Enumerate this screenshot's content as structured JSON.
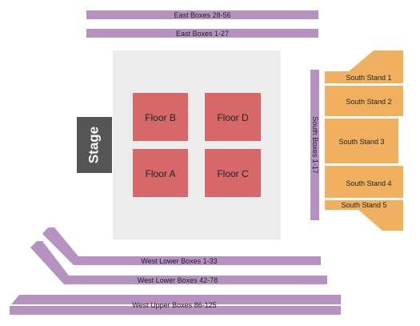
{
  "colors": {
    "box_sections": "#b592c0",
    "stands": "#f0b060",
    "floor_sections": "#d6686a",
    "floor_area": "#ececec",
    "stage": "#555555"
  },
  "sections": {
    "east_boxes_28_56": "East Boxes 28-56",
    "east_boxes_1_27": "East Boxes 1-27",
    "south_boxes_1_17": "South Boxes 1-17",
    "south_stand_1": "South Stand 1",
    "south_stand_2": "South Stand 2",
    "south_stand_3": "South Stand 3",
    "south_stand_4": "South Stand 4",
    "south_stand_5": "South Stand 5",
    "west_lower_boxes_1_33": "West Lower Boxes 1-33",
    "west_lower_boxes_42_78": "West Lower Boxes 42-78",
    "west_upper_boxes_86_125": "West Upper Boxes 86-125"
  },
  "floor": {
    "floor_a": "Floor A",
    "floor_b": "Floor B",
    "floor_c": "Floor C",
    "floor_d": "Floor D"
  },
  "stage": {
    "label": "Stage"
  }
}
